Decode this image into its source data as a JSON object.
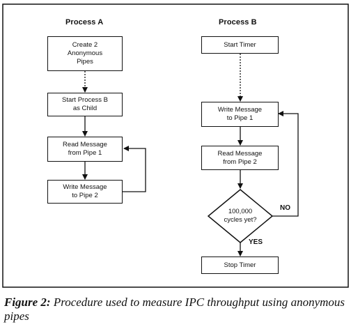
{
  "process_a": {
    "heading": "Process A",
    "boxes": [
      "Create 2\nAnonymous\nPipes",
      "Start Process B\nas Child",
      "Read Message\nfrom Pipe 1",
      "Write Message\nto Pipe 2"
    ]
  },
  "process_b": {
    "heading": "Process B",
    "boxes": [
      "Start Timer",
      "Write Message\nto Pipe 1",
      "Read Message\nfrom Pipe 2",
      "Stop Timer"
    ],
    "decision": "100,000\ncycles yet?",
    "no_label": "NO",
    "yes_label": "YES"
  },
  "caption": {
    "figure_label": "Figure 2:",
    "text": "Procedure used to measure IPC throughput using anonymous pipes"
  }
}
